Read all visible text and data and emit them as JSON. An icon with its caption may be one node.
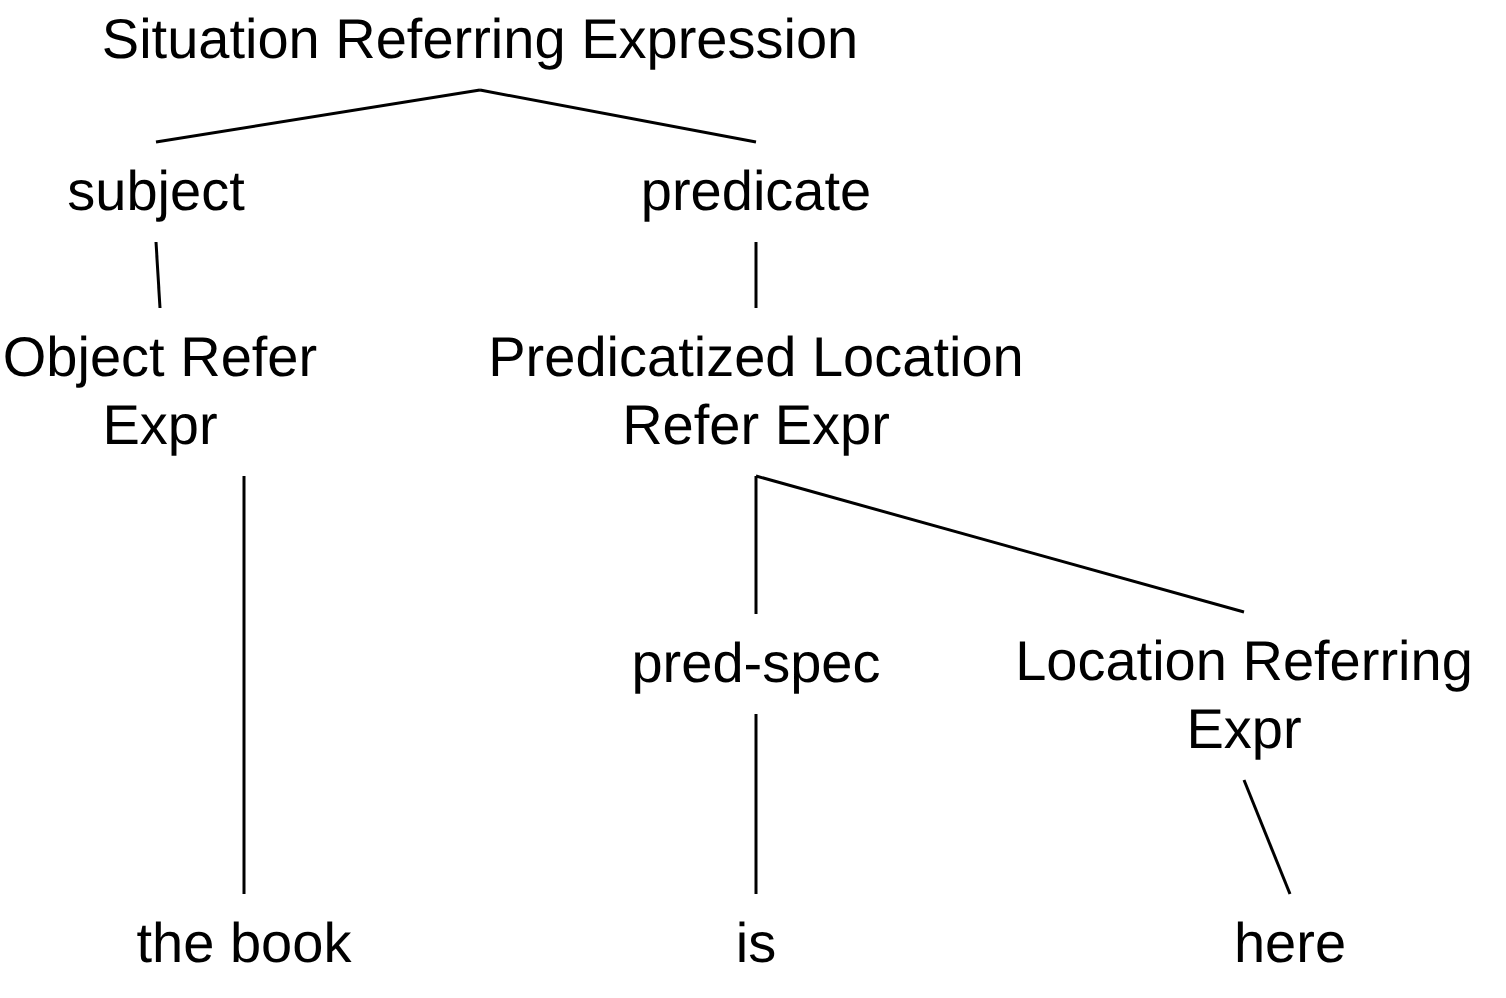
{
  "diagram": {
    "nodes": [
      {
        "text": [
          "Situation Referring Expression"
        ]
      },
      {
        "text": [
          "subject"
        ]
      },
      {
        "text": [
          "predicate"
        ]
      },
      {
        "text": [
          "Object Refer Expr"
        ]
      },
      {
        "text": [
          "Predicatized Location Refer Expr"
        ]
      },
      {
        "text": [
          "pred-spec"
        ]
      },
      {
        "text": [
          "Location Referring Expr"
        ]
      },
      {
        "text": [
          "the book"
        ]
      },
      {
        "text": [
          "is"
        ]
      },
      {
        "text": [
          "here"
        ]
      }
    ],
    "edges": [
      {
        "from": 0,
        "to": 1,
        "arrow": "none"
      },
      {
        "from": 0,
        "to": 2,
        "arrow": "none"
      },
      {
        "from": 1,
        "to": 3,
        "arrow": "none"
      },
      {
        "from": 2,
        "to": 4,
        "arrow": "none"
      },
      {
        "from": 3,
        "to": 7,
        "arrow": "none"
      },
      {
        "from": 4,
        "to": 5,
        "arrow": "none"
      },
      {
        "from": 4,
        "to": 6,
        "arrow": "none"
      },
      {
        "from": 5,
        "to": 8,
        "arrow": "none"
      },
      {
        "from": 6,
        "to": 9,
        "arrow": "none"
      }
    ]
  }
}
